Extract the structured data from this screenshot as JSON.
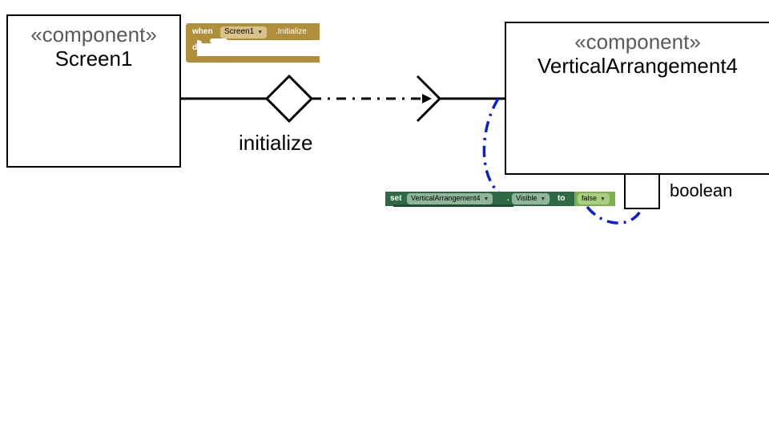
{
  "screen1": {
    "stereotype": "«component»",
    "name": "Screen1"
  },
  "vertical": {
    "stereotype": "«component»",
    "name": "VerticalArrangement4"
  },
  "event_label": "initialize",
  "port_label": "boolean",
  "event_block": {
    "keyword_when": "when",
    "component": "Screen1",
    "event": ".Initialize",
    "keyword_do": "do",
    "color": "#b18f3a"
  },
  "setter_block": {
    "keyword_set": "set",
    "component": "VerticalArrangement4",
    "dot": ".",
    "property": "Visible",
    "keyword_to": "to",
    "value": "false",
    "color": "#2e6b45",
    "value_color": "#7eb04e"
  },
  "colors": {
    "link_dashed": "#0a1fd6"
  }
}
